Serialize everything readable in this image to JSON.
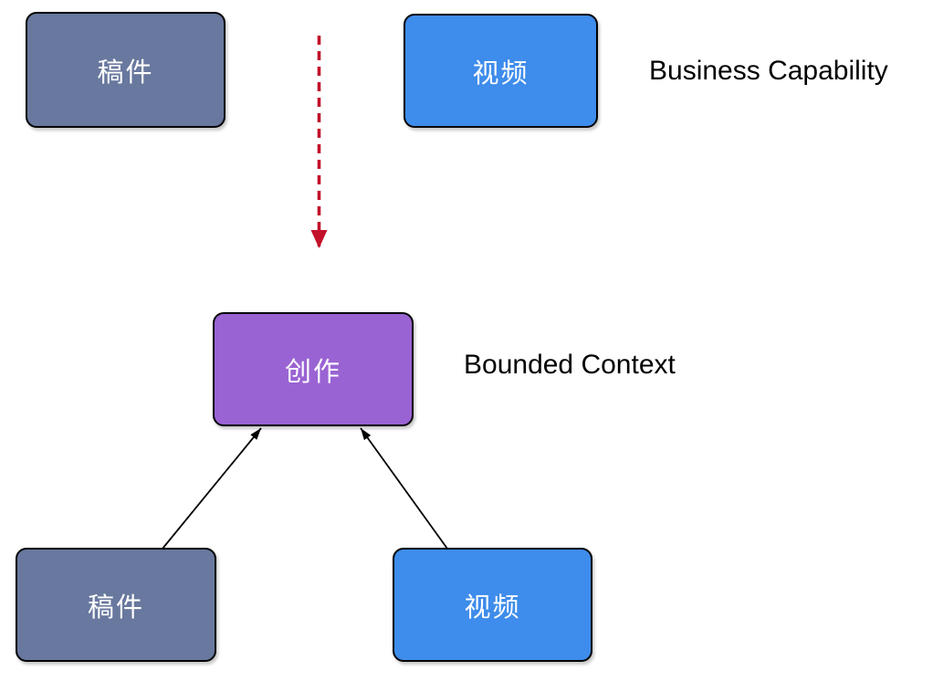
{
  "business_capability": {
    "section_label": "Business Capability",
    "draft_box_label": "稿件",
    "video_box_label": "视频"
  },
  "bounded_context": {
    "section_label": "Bounded Context",
    "creation_box_label": "创作",
    "draft_box_label": "稿件",
    "video_box_label": "视频"
  },
  "arrows": {
    "mapping_arrow": {
      "style": "dashed",
      "direction": "down",
      "from_section": "Business Capability",
      "to_section": "Bounded Context",
      "color": "#C2112B"
    },
    "relation_arrows": [
      {
        "from": "稿件",
        "to": "创作",
        "style": "solid",
        "color": "#000000"
      },
      {
        "from": "视频",
        "to": "创作",
        "style": "solid",
        "color": "#000000"
      }
    ]
  },
  "colors": {
    "draft_box_fill": "#68789E",
    "video_box_fill": "#3E8CEB",
    "creation_box_fill": "#9A63D3",
    "box_border": "#000000",
    "box_text": "#FFFFFF",
    "section_label_text": "#000000",
    "mapping_arrow": "#C2112B",
    "relation_arrow": "#000000",
    "background": "#FFFFFF"
  }
}
